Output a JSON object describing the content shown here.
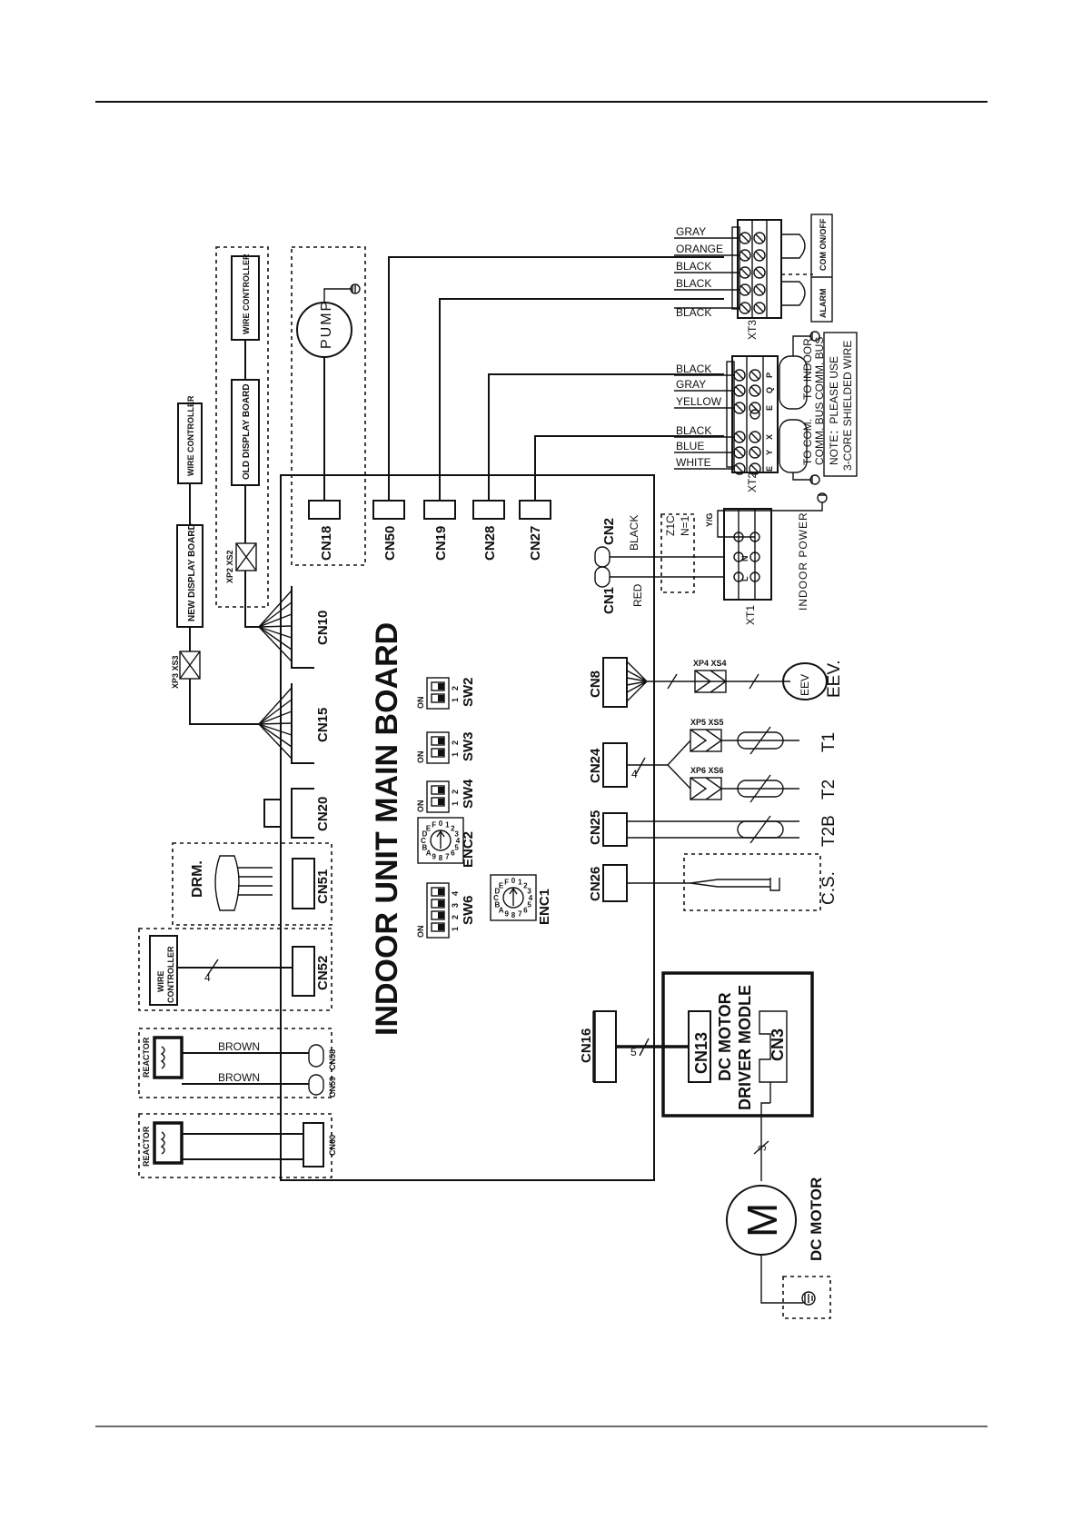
{
  "title": "INDOOR UNIT MAIN BOARD",
  "top_connectors": [
    "CN18",
    "CN50",
    "CN19",
    "CN28",
    "CN27"
  ],
  "power": {
    "cn1": "CN1",
    "cn2": "CN2",
    "red": "RED",
    "black": "BLACK",
    "zic": "Z1C",
    "n1": "N=1",
    "label": "INDOOR POWER",
    "xt1": "XT1",
    "yg": "Y/G",
    "terminals": [
      "L",
      "N"
    ]
  },
  "pump": "PUMP",
  "display": {
    "new_board": "NEW DISPLAY BOARD",
    "old_board": "OLD DISPLAY BOARD",
    "wire_controller": "WIRE CONTROLLER",
    "xp2": "XP2 XS2",
    "xp3": "XP3 XS3"
  },
  "left_connectors": [
    "CN10",
    "CN15",
    "CN20",
    "CN51",
    "CN52"
  ],
  "drm": "DRM.",
  "wire_controller_2": [
    "WIRE",
    "CONTROLLER"
  ],
  "count_4": "4",
  "reactor": {
    "label": "REACTOR",
    "wire": "BROWN",
    "cn58": "CN58",
    "cn59": "CN59",
    "cn60": "CN60"
  },
  "switches": [
    "SW2",
    "SW3",
    "SW4",
    "SW6"
  ],
  "encoders": [
    "ENC2",
    "ENC1"
  ],
  "on": "ON",
  "dip_numbers": {
    "two": [
      "1",
      "2"
    ],
    "four": [
      "1",
      "2",
      "3",
      "4"
    ]
  },
  "hex_digits": "0123456789ABCDEF",
  "sensors": {
    "cn8": "CN8",
    "cn24": "CN24",
    "cn25": "CN25",
    "cn26": "CN26",
    "xp4": "XP4 XS4",
    "xp5": "XP5 XS5",
    "xp6": "XP6 XS6",
    "eev": "EEV.",
    "eev_inner": "EEV",
    "t1": "T1",
    "t2": "T2",
    "t2b": "T2B",
    "cs": "C.S.",
    "count_4": "4"
  },
  "motor": {
    "cn16": "CN16",
    "cn13": "CN13",
    "cn3": "CN3",
    "module_line1": "DC MOTOR",
    "module_line2": "DRIVER MODLE",
    "motor": "DC MOTOR",
    "count_5": "5",
    "count_3": "3",
    "symbol": "M"
  },
  "xt3": {
    "label": "XT3",
    "wires": [
      "GRAY",
      "ORANGE",
      "BLACK",
      "BLACK",
      "BLACK"
    ],
    "com_on_off": "COM ON/OFF",
    "alarm": "ALARM"
  },
  "xt2": {
    "label": "XT2",
    "wires_top": [
      "BLACK",
      "GRAY",
      "YELLOW"
    ],
    "wires_bottom": [
      "BLACK",
      "BLUE",
      "WHITE"
    ],
    "to_indoor": [
      "TO INDOOR",
      "COMM. BUS"
    ],
    "to_com": [
      "TO COM.",
      "COMM. BUS"
    ],
    "note": [
      "NOTE：PLEASE USE",
      "3-CORE SHIELDED WIRE"
    ],
    "terminal_marks": [
      "P",
      "Q",
      "E",
      "X",
      "Y",
      "E"
    ]
  }
}
